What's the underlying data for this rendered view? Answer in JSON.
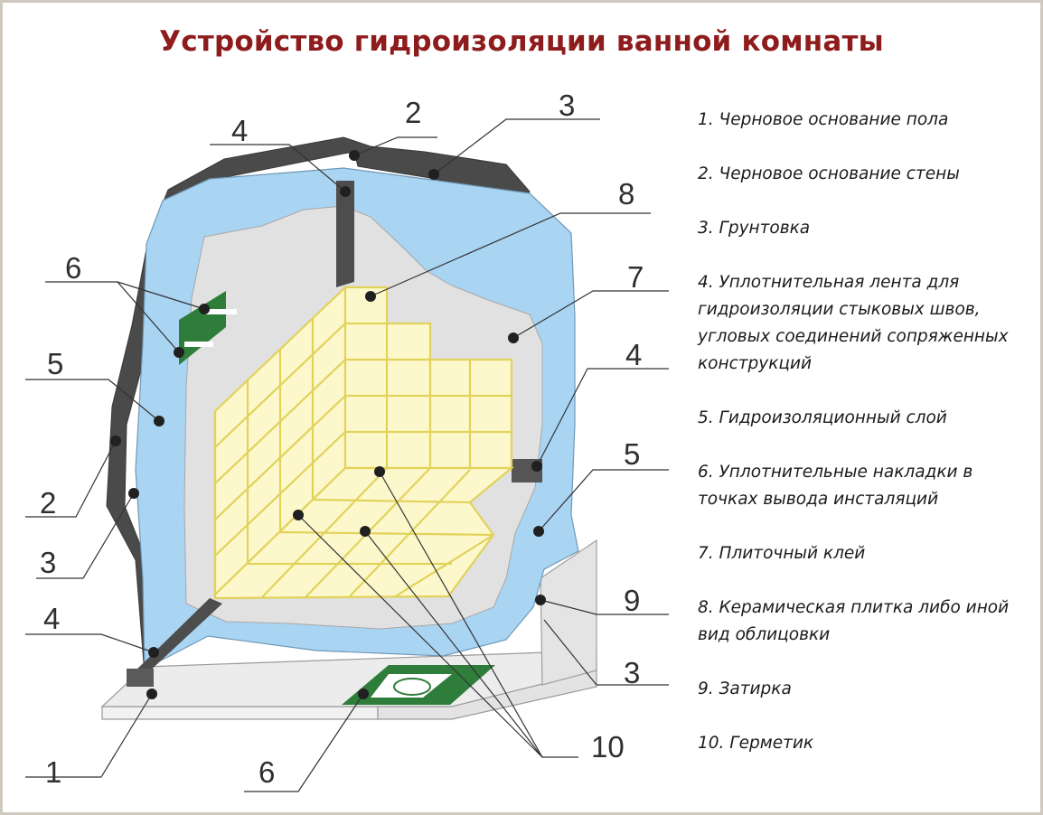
{
  "title": "Устройство гидроизоляции ванной комнаты",
  "callouts": {
    "c4_top": "4",
    "c2_top": "2",
    "c3_top": "3",
    "c8": "8",
    "c6_left": "6",
    "c7": "7",
    "c5_left": "5",
    "c4_right": "4",
    "c5_right": "5",
    "c2_left": "2",
    "c3_left": "3",
    "c9": "9",
    "c4_bottom": "4",
    "c3_bottom": "3",
    "c10": "10",
    "c1": "1",
    "c6_bottom": "6"
  },
  "legend": [
    {
      "text": "1. Черновое основание пола"
    },
    {
      "text": "2. Черновое основание стены"
    },
    {
      "text": "3. Грунтовка"
    },
    {
      "text": "4. Уплотнительная лента для гидроизоляции стыковых швов, угловых соединений сопряженных конструкций"
    },
    {
      "text": "5. Гидроизоляционный слой"
    },
    {
      "text": "6. Уплотнительные накладки в точках вывода инсталяций"
    },
    {
      "text": "7. Плиточный клей"
    },
    {
      "text": "8. Керамическая плитка либо иной вид облицовки"
    },
    {
      "text": "9. Затирка"
    },
    {
      "text": "10. Герметик"
    }
  ],
  "colors": {
    "title": "#8e1c1c",
    "waterproofing": "#a9d4f2",
    "tile": "#fdf8cc",
    "tile_grout": "#e1d25a",
    "adhesive": "#e1e1e1",
    "base": "#5a5a5a",
    "seal_pad": "#2f7d3a"
  }
}
